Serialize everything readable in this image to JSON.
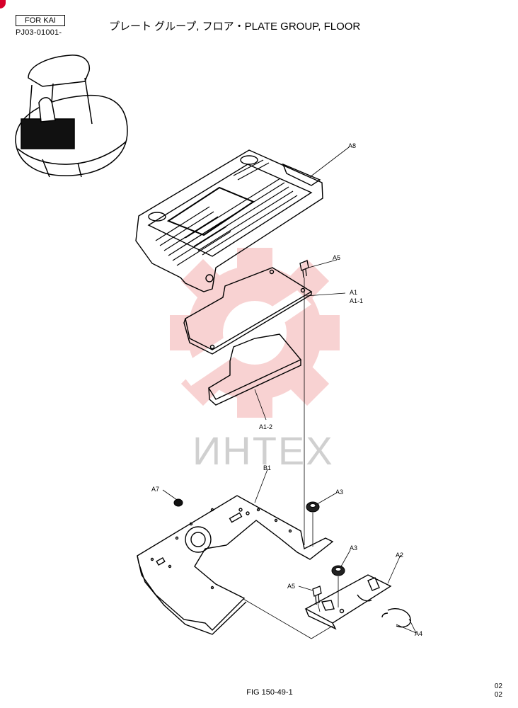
{
  "header": {
    "for_label": "FOR KAI",
    "part_code": "PJ03-01001-",
    "title": "プレート グループ, フロア・PLATE GROUP, FLOOR"
  },
  "watermark": {
    "text": "ИНТЕХ",
    "color": "#f4b8b8"
  },
  "callouts": {
    "a8": "A8",
    "a5_top": "A5",
    "a1": "A1",
    "a1_1": "A1-1",
    "a1_2": "A1-2",
    "b1": "B1",
    "a7": "A7",
    "a3_upper": "A3",
    "a3_lower": "A3",
    "a2": "A2",
    "a5_lower": "A5",
    "a4": "A4"
  },
  "footer": {
    "figure": "FIG 150-49-1",
    "page_line1": "02",
    "page_line2": "02"
  }
}
